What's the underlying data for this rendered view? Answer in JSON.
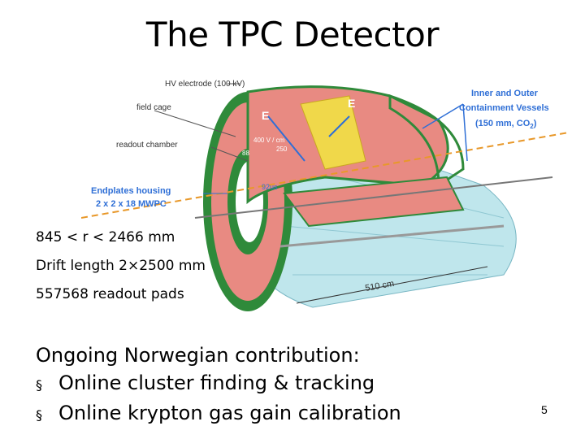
{
  "slide": {
    "title": "The TPC Detector",
    "page_number": "5"
  },
  "figure": {
    "labels": {
      "hv_electrode": "HV electrode (100 kV)",
      "field_cage": "field cage",
      "readout_chamber": "readout chamber",
      "endplates_line1": "Endplates housing",
      "endplates_line2": "2 x 2 x 18 MWPC",
      "containment_line1": "Inner and Outer",
      "containment_line2": "Containment Vessels",
      "containment_line3": "(150 mm, CO",
      "containment_sub": "2",
      "containment_close": ")",
      "field_e_left": "E",
      "field_e_right": "E",
      "field_strength": "400 V / cm",
      "drift_time": "92us",
      "length": "510 cm",
      "dim_88": "88",
      "dim_250": "250"
    },
    "colors": {
      "green": "#2f8a3a",
      "salmon": "#e88a82",
      "yellow": "#f0d84a",
      "cyan_vessel": "#bfe6ec",
      "blue_label": "#2f6fd6"
    }
  },
  "specs": {
    "radius": "845 < r < 2466 mm",
    "drift": "Drift length 2×2500 mm",
    "pads": "557568 readout pads"
  },
  "contribution": {
    "heading": "Ongoing Norwegian contribution:",
    "bullet_mark": "§",
    "items": [
      "Online cluster finding & tracking",
      "Online krypton gas gain calibration"
    ]
  }
}
